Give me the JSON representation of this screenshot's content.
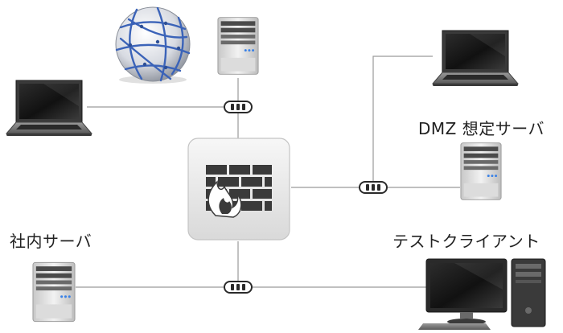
{
  "labels": {
    "dmz_server": "DMZ 想定サーバ",
    "internal_server": "社内サーバ",
    "test_client": "テストクライアント"
  },
  "icons": {
    "internet": "globe-icon",
    "web_server": "server-icon",
    "firewall": "firewall-icon",
    "laptop": "laptop-icon",
    "desktop": "desktop-computer-icon",
    "connector": "network-connector-icon"
  },
  "colors": {
    "line": "#9a9a9a",
    "globe_grid": "#3b63b8",
    "firewall_box": "#e6e6e6",
    "brick": "#3a3a3a",
    "connector": "#2a2a2a"
  }
}
